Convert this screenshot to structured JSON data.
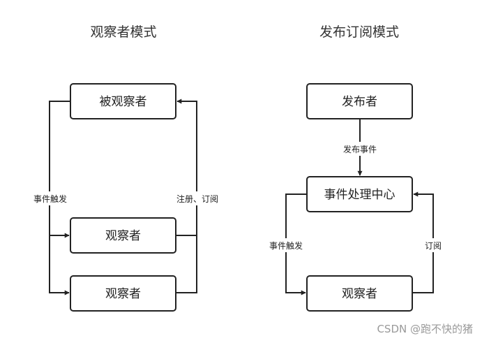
{
  "observer_pattern": {
    "title": "观察者模式",
    "subject": "被观察者",
    "observer_1": "观察者",
    "observer_2": "观察者",
    "trigger_label": "事件触发",
    "register_label": "注册、订阅"
  },
  "pubsub_pattern": {
    "title": "发布订阅模式",
    "publisher": "发布者",
    "publish_label": "发布事件",
    "event_center": "事件处理中心",
    "observer": "观察者",
    "trigger_label": "事件触发",
    "subscribe_label": "订阅"
  },
  "watermark": "CSDN @跑不快的猪"
}
